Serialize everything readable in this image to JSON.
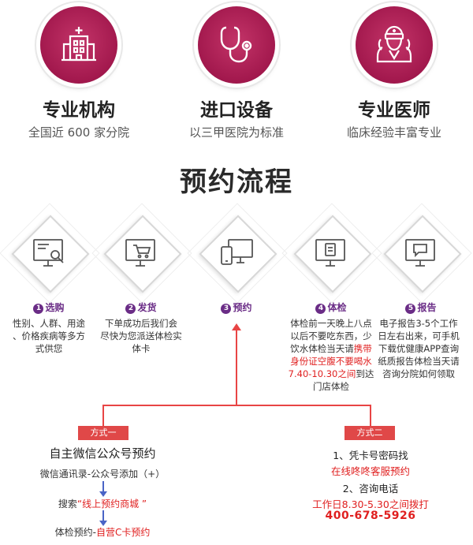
{
  "features": [
    {
      "icon": "hospital-icon",
      "title": "专业机构",
      "subtitle": "全国近 600 家分院"
    },
    {
      "icon": "stethoscope-icon",
      "title": "进口设备",
      "subtitle": "以三甲医院为标准"
    },
    {
      "icon": "doctor-icon",
      "title": "专业医师",
      "subtitle": "临床经验丰富专业"
    }
  ],
  "process_title": "预约流程",
  "steps": [
    {
      "num": "1",
      "label": "选购",
      "desc": [
        "性别、人群、用途",
        "、价格疾病等多方",
        "式供您"
      ]
    },
    {
      "num": "2",
      "label": "发货",
      "desc": [
        "下单成功后我们会",
        "尽快为您派送体检实",
        "体卡"
      ]
    },
    {
      "num": "3",
      "label": "预约",
      "desc": []
    },
    {
      "num": "4",
      "label": "体检",
      "desc_parts": [
        {
          "text": "体检前一天晚上八点",
          "red": false
        },
        {
          "text": "以后不要吃东西，少",
          "red": false
        },
        {
          "text": "饮水体检当天请",
          "red": false
        },
        {
          "text": "携带",
          "red": true
        },
        {
          "text": "身份证空腹不要喝水",
          "red": true
        },
        {
          "text": "7.40-10.30之间",
          "red": true
        },
        {
          "text": "到达",
          "red": false
        },
        {
          "text": "门店体检",
          "red": false
        }
      ]
    },
    {
      "num": "5",
      "label": "报告",
      "desc": [
        "电子报告3-5个工作",
        "日左右出来，可手机",
        "下载优健康APP查询",
        "纸质报告体检当天请",
        "咨询分院如何领取"
      ]
    }
  ],
  "method1": {
    "badge": "方式一",
    "title": "自主微信公众号预约",
    "line1": "微信通讯录-公众号添加（+）",
    "line2_prefix": "搜索",
    "line2_highlight": "“线上预约商城 ”",
    "line3_prefix": "体检预约-",
    "line3_highlight": "自营C卡预约"
  },
  "method2": {
    "badge": "方式二",
    "line1": "1、凭卡号密码找",
    "line2": "在线咚咚客服预约",
    "line3": "2、咨询电话",
    "line4": "工作日8.30-5.30之间拨打",
    "phone": "400-678-5926"
  },
  "colors": {
    "primary": "#a2184d",
    "accent": "#6a2c86",
    "highlight": "#e02020",
    "line": "#e84545",
    "arrow": "#4a64c6"
  }
}
